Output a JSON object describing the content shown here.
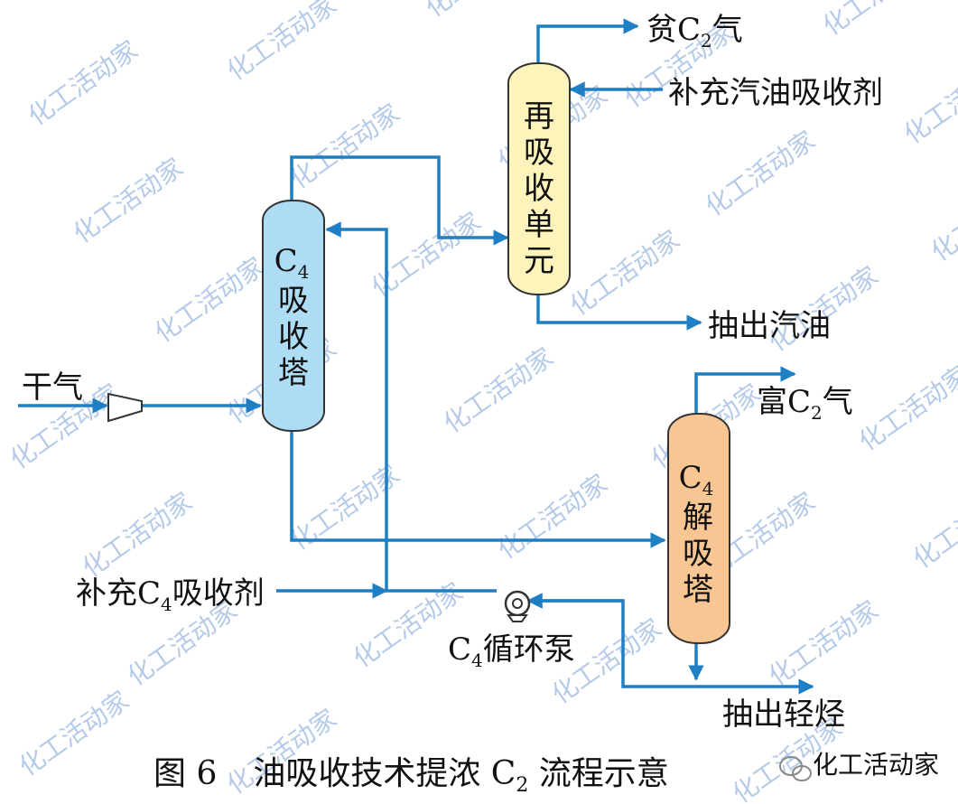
{
  "colors": {
    "pipe": "#1f7fc4",
    "c4_absorber_fill": "#aedcf5",
    "reabsorb_fill": "#fcf4bb",
    "desorber_fill": "#f8c693",
    "outline": "#333333",
    "watermark": "#7aa0d8"
  },
  "labels": {
    "dry_gas": "干气",
    "lean_c2_gas": {
      "pre": "贫C",
      "sub": "2",
      "post": "气"
    },
    "makeup_gasoline_absorbent": "补充汽油吸收剂",
    "extract_gasoline": "抽出汽油",
    "rich_c2_gas": {
      "pre": "富C",
      "sub": "2",
      "post": "气"
    },
    "makeup_c4_absorbent": {
      "pre": "补充C",
      "sub": "4",
      "post": "吸收剂"
    },
    "c4_pump": {
      "pre": "C",
      "sub": "4",
      "post": "循环泵"
    },
    "extract_light_hc": "抽出轻烃"
  },
  "columns": {
    "c4_absorber": {
      "line1": "C",
      "line1_sub": "4",
      "lines": [
        "吸",
        "收",
        "塔"
      ]
    },
    "reabsorb_unit": {
      "lines": [
        "再",
        "吸",
        "收",
        "单",
        "元"
      ]
    },
    "c4_desorber": {
      "line1": "C",
      "line1_sub": "4",
      "lines": [
        "解",
        "吸",
        "塔"
      ]
    }
  },
  "caption": {
    "fig": "图 6",
    "pre": "油吸收技术提浓 C",
    "sub": "2",
    "post": " 流程示意"
  },
  "brand": {
    "icon": "wechat-icon",
    "text": "化工活动家"
  },
  "watermark": {
    "text": "化工活动家"
  }
}
